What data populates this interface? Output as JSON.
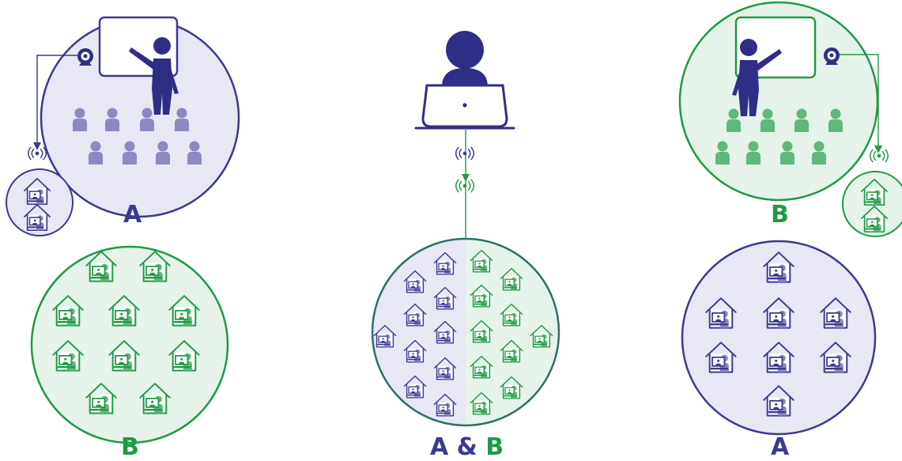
{
  "colors": {
    "group_a": "#3b3a92",
    "group_a_fill": "#e8e7f4",
    "group_a_person": "#8c89c2",
    "group_b": "#1f9a45",
    "group_b_fill": "#e6f3ea",
    "group_b_person": "#5fb87c",
    "ink": "#2f2e86"
  },
  "left": {
    "classroom_label": "A",
    "remote_label": "B"
  },
  "center": {
    "label_a": "A",
    "label_amp": "&",
    "label_b": "B"
  },
  "right": {
    "classroom_label": "B",
    "remote_label": "A"
  },
  "icons": {
    "teacher": "teacher-at-whiteboard-icon",
    "webcam": "webcam-icon",
    "signal": "wireless-signal-icon",
    "home": "home-learning-icon",
    "student": "student-icon",
    "remote_teacher": "teacher-with-laptop-icon"
  }
}
